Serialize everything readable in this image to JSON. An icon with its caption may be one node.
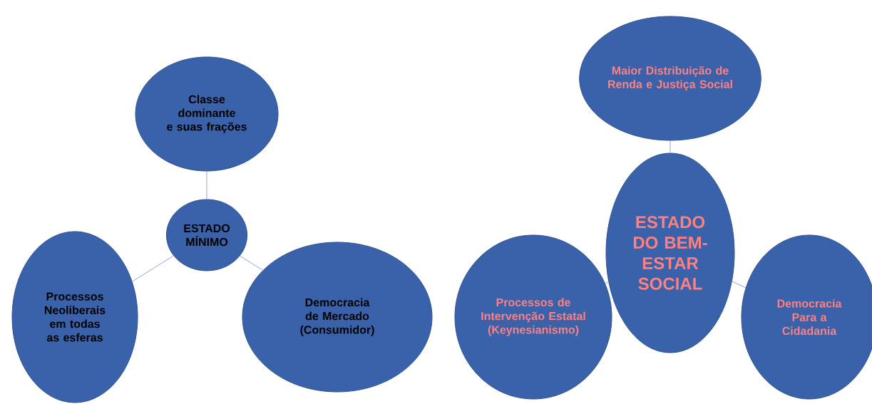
{
  "diagram": {
    "nodes": [
      {
        "text": [
          "ESTADO MÍNIMO"
        ]
      },
      {
        "text": [
          "Classe dominante e suas frações"
        ]
      },
      {
        "text": [
          "Processos Neoliberais em todas as esferas"
        ]
      },
      {
        "text": [
          "Democracia de Mercado (Consumidor)"
        ]
      },
      {
        "text": [
          "ESTADO DO BEM-ESTAR SOCIAL"
        ]
      },
      {
        "text": [
          "Maior Distribuição de Renda e Justiça Social"
        ]
      },
      {
        "text": [
          "Processos de Intervenção Estatal (Keynesianismo)"
        ]
      },
      {
        "text": [
          "Democracia Para a Cidadania"
        ]
      }
    ],
    "edges": [
      {
        "from": 0,
        "to": 1,
        "arrow": "none"
      },
      {
        "from": 0,
        "to": 2,
        "arrow": "none"
      },
      {
        "from": 0,
        "to": 3,
        "arrow": "none"
      },
      {
        "from": 4,
        "to": 5,
        "arrow": "none"
      },
      {
        "from": 4,
        "to": 6,
        "arrow": "none"
      },
      {
        "from": 4,
        "to": 7,
        "arrow": "none"
      }
    ]
  }
}
